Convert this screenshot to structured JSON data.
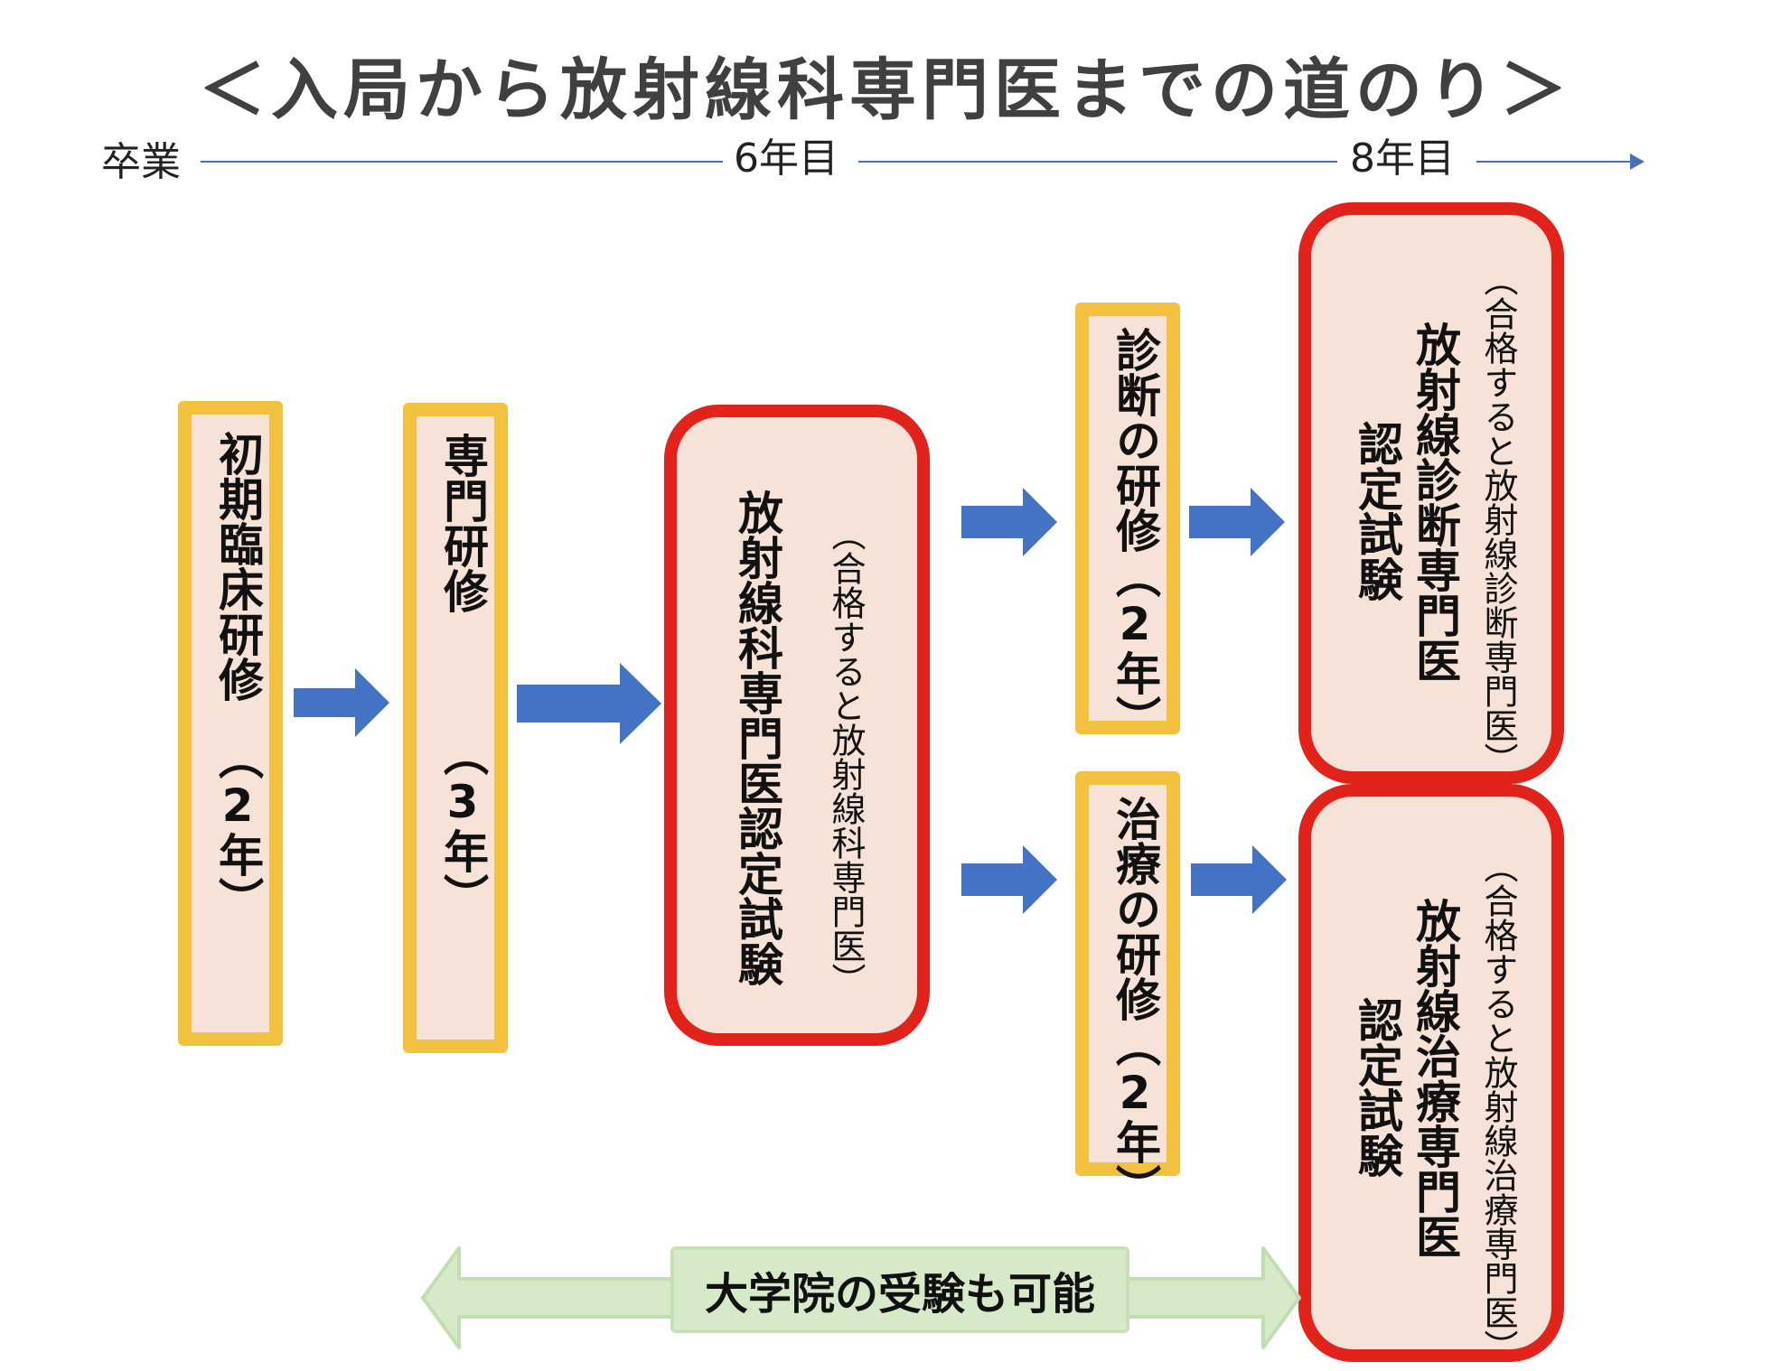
{
  "title": "＜入局から放射線科専門医までの道のり＞",
  "timeline": {
    "start": "卒業",
    "mid": "6年目",
    "end": "8年目"
  },
  "boxes": {
    "initial": {
      "label": "初期臨床研修",
      "duration": "（2年）"
    },
    "specialist": {
      "label": "専門研修",
      "duration": "（3年）"
    },
    "exam": {
      "label": "放射線科専門医認定試験",
      "note": "（合格すると放射線科専門医）"
    },
    "diagnosis_training": {
      "label": "診断の研修",
      "duration": "（2年）"
    },
    "therapy_training": {
      "label": "治療の研修",
      "duration": "（2年）"
    },
    "diagnosis_exam": {
      "line1": "放射線診断専門医",
      "line2": "認定試験",
      "note": "（合格すると放射線診断専門医）"
    },
    "therapy_exam": {
      "line1": "放射線治療専門医",
      "line2": "認定試験",
      "note": "（合格すると放射線治療専門医）"
    }
  },
  "graduate": "大学院の受験も可能",
  "colors": {
    "stage_border": "#f2c13f",
    "exam_border": "#e1231c",
    "box_fill": "#f7e2d8",
    "arrow": "#4472c4",
    "graduate_arrow": "#c7e0b6",
    "timeline": "#4a6fb5"
  }
}
